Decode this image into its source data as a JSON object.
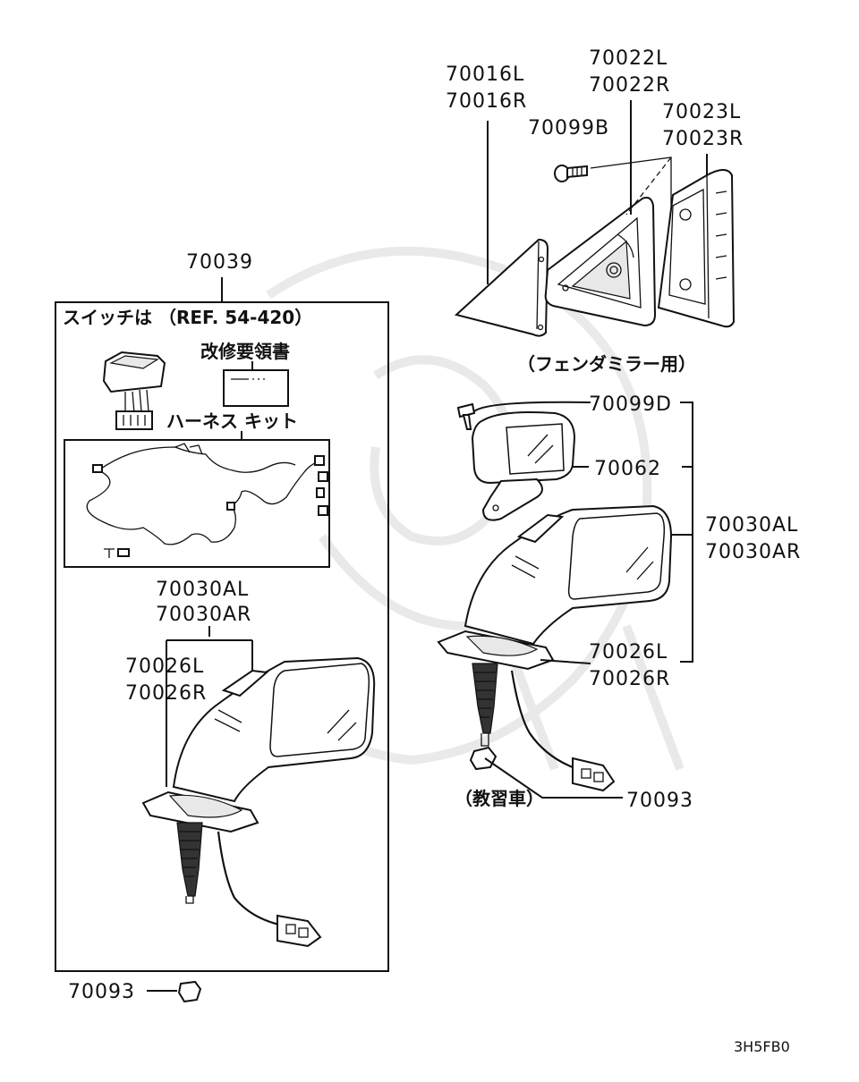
{
  "labels": {
    "p70016": [
      "70016L",
      "70016R"
    ],
    "p70022": [
      "70022L",
      "70022R"
    ],
    "p70023": [
      "70023L",
      "70023R"
    ],
    "p70099B": "70099B",
    "fender_mirror_note": "（フェンダミラー用）",
    "p70099D": "70099D",
    "p70062": "70062",
    "p70030_right": [
      "70030AL",
      "70030AR"
    ],
    "p70026_right": [
      "70026L",
      "70026R"
    ],
    "p70093_right": "70093",
    "instructor_note": "（教習車）",
    "p70039": "70039",
    "switch_note": "スイッチは （REF. 54-420）",
    "repair_doc": "改修要領書",
    "harness_kit": "ハーネス キット",
    "p70030_left": [
      "70030AL",
      "70030AR"
    ],
    "p70026_left": [
      "70026L",
      "70026R"
    ],
    "p70093_left": "70093",
    "diagram_code": "3H5FB0"
  }
}
